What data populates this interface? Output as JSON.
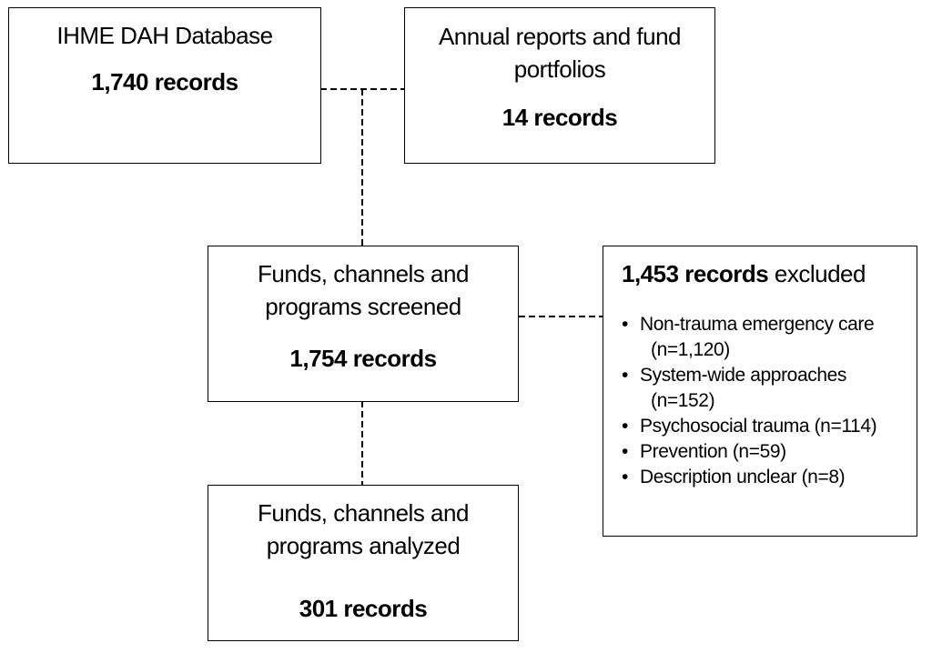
{
  "source_box": {
    "title": "IHME DAH Database",
    "count": "1,740 records"
  },
  "annual_box": {
    "title_line1": "Annual reports and fund",
    "title_line2": "portfolios",
    "count": "14 records"
  },
  "screened_box": {
    "title_line1": "Funds, channels and",
    "title_line2": "programs screened",
    "count": "1,754 records"
  },
  "excluded_box": {
    "count": "1,453 records",
    "suffix": " excluded",
    "reasons": [
      {
        "line1": "Non-trauma emergency care",
        "line2": "(n=1,120)"
      },
      {
        "line1": "System-wide approaches",
        "line2": "(n=152)"
      },
      {
        "line1": "Psychosocial trauma (n=114)",
        "line2": ""
      },
      {
        "line1": "Prevention (n=59)",
        "line2": ""
      },
      {
        "line1": "Description unclear (n=8)",
        "line2": ""
      }
    ]
  },
  "analyzed_box": {
    "title_line1": "Funds, channels and",
    "title_line2": "programs analyzed",
    "count": "301 records"
  },
  "colors": {
    "border": "#000000",
    "connector": "#000000",
    "background": "#ffffff"
  }
}
